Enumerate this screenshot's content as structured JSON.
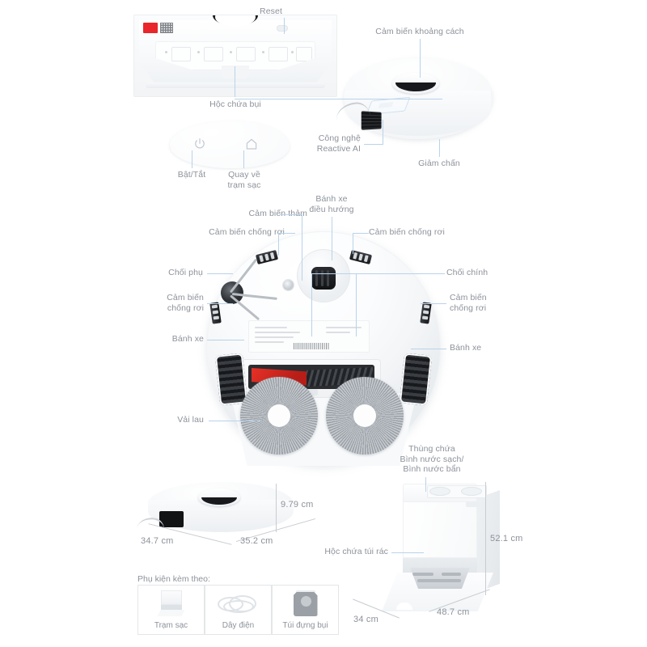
{
  "diagram": {
    "title": "Robot vacuum product annotation diagram",
    "line_color": "#b9d3ea",
    "text_color": "#8d929a"
  },
  "labels": {
    "reset": "Reset",
    "dust_bin": "Hộc chứa bụi",
    "distance_sensor": "Cảm biến khoảng cách",
    "reactive_ai": "Công nghệ\nReactive AI",
    "bumper": "Giảm chấn",
    "power": "Bật/Tắt",
    "return_dock": "Quay về\ntrạm sạc",
    "nav_wheel": "Bánh xe\nđiều hướng",
    "carpet_sensor": "Cảm biến thảm",
    "cliff_sensor_left_top": "Cảm biến chống rơi",
    "cliff_sensor_right_top": "Cảm biến chống rơi",
    "side_brush": "Chối phụ",
    "cliff_sensor_left": "Cảm biến\nchống rơi",
    "wheel_left": "Bánh xe",
    "main_brush": "Chối chính",
    "cliff_sensor_right": "Cảm biến\nchống rơi",
    "wheel_right": "Bánh xe",
    "mop_cloth": "Vải lau",
    "water_tanks": "Thùng chứa\nBình nước sạch/\nBình nước bẩn",
    "dust_bag_compartment": "Hộc chứa túi rác"
  },
  "dimensions": {
    "robot_height": "9.79 cm",
    "robot_width": "34.7 cm",
    "robot_depth": "35.2 cm",
    "dock_height": "52.1 cm",
    "dock_depth": "48.7 cm",
    "dock_width": "34 cm"
  },
  "accessories": {
    "title": "Phụ kiện kèm theo:",
    "items": [
      {
        "name": "Trạm sạc",
        "icon": "charging-dock-icon"
      },
      {
        "name": "Dây điện",
        "icon": "power-cord-icon"
      },
      {
        "name": "Túi đựng bụi",
        "icon": "dust-bag-icon"
      }
    ]
  },
  "icons": {
    "power": "power-icon",
    "home": "home-icon"
  }
}
